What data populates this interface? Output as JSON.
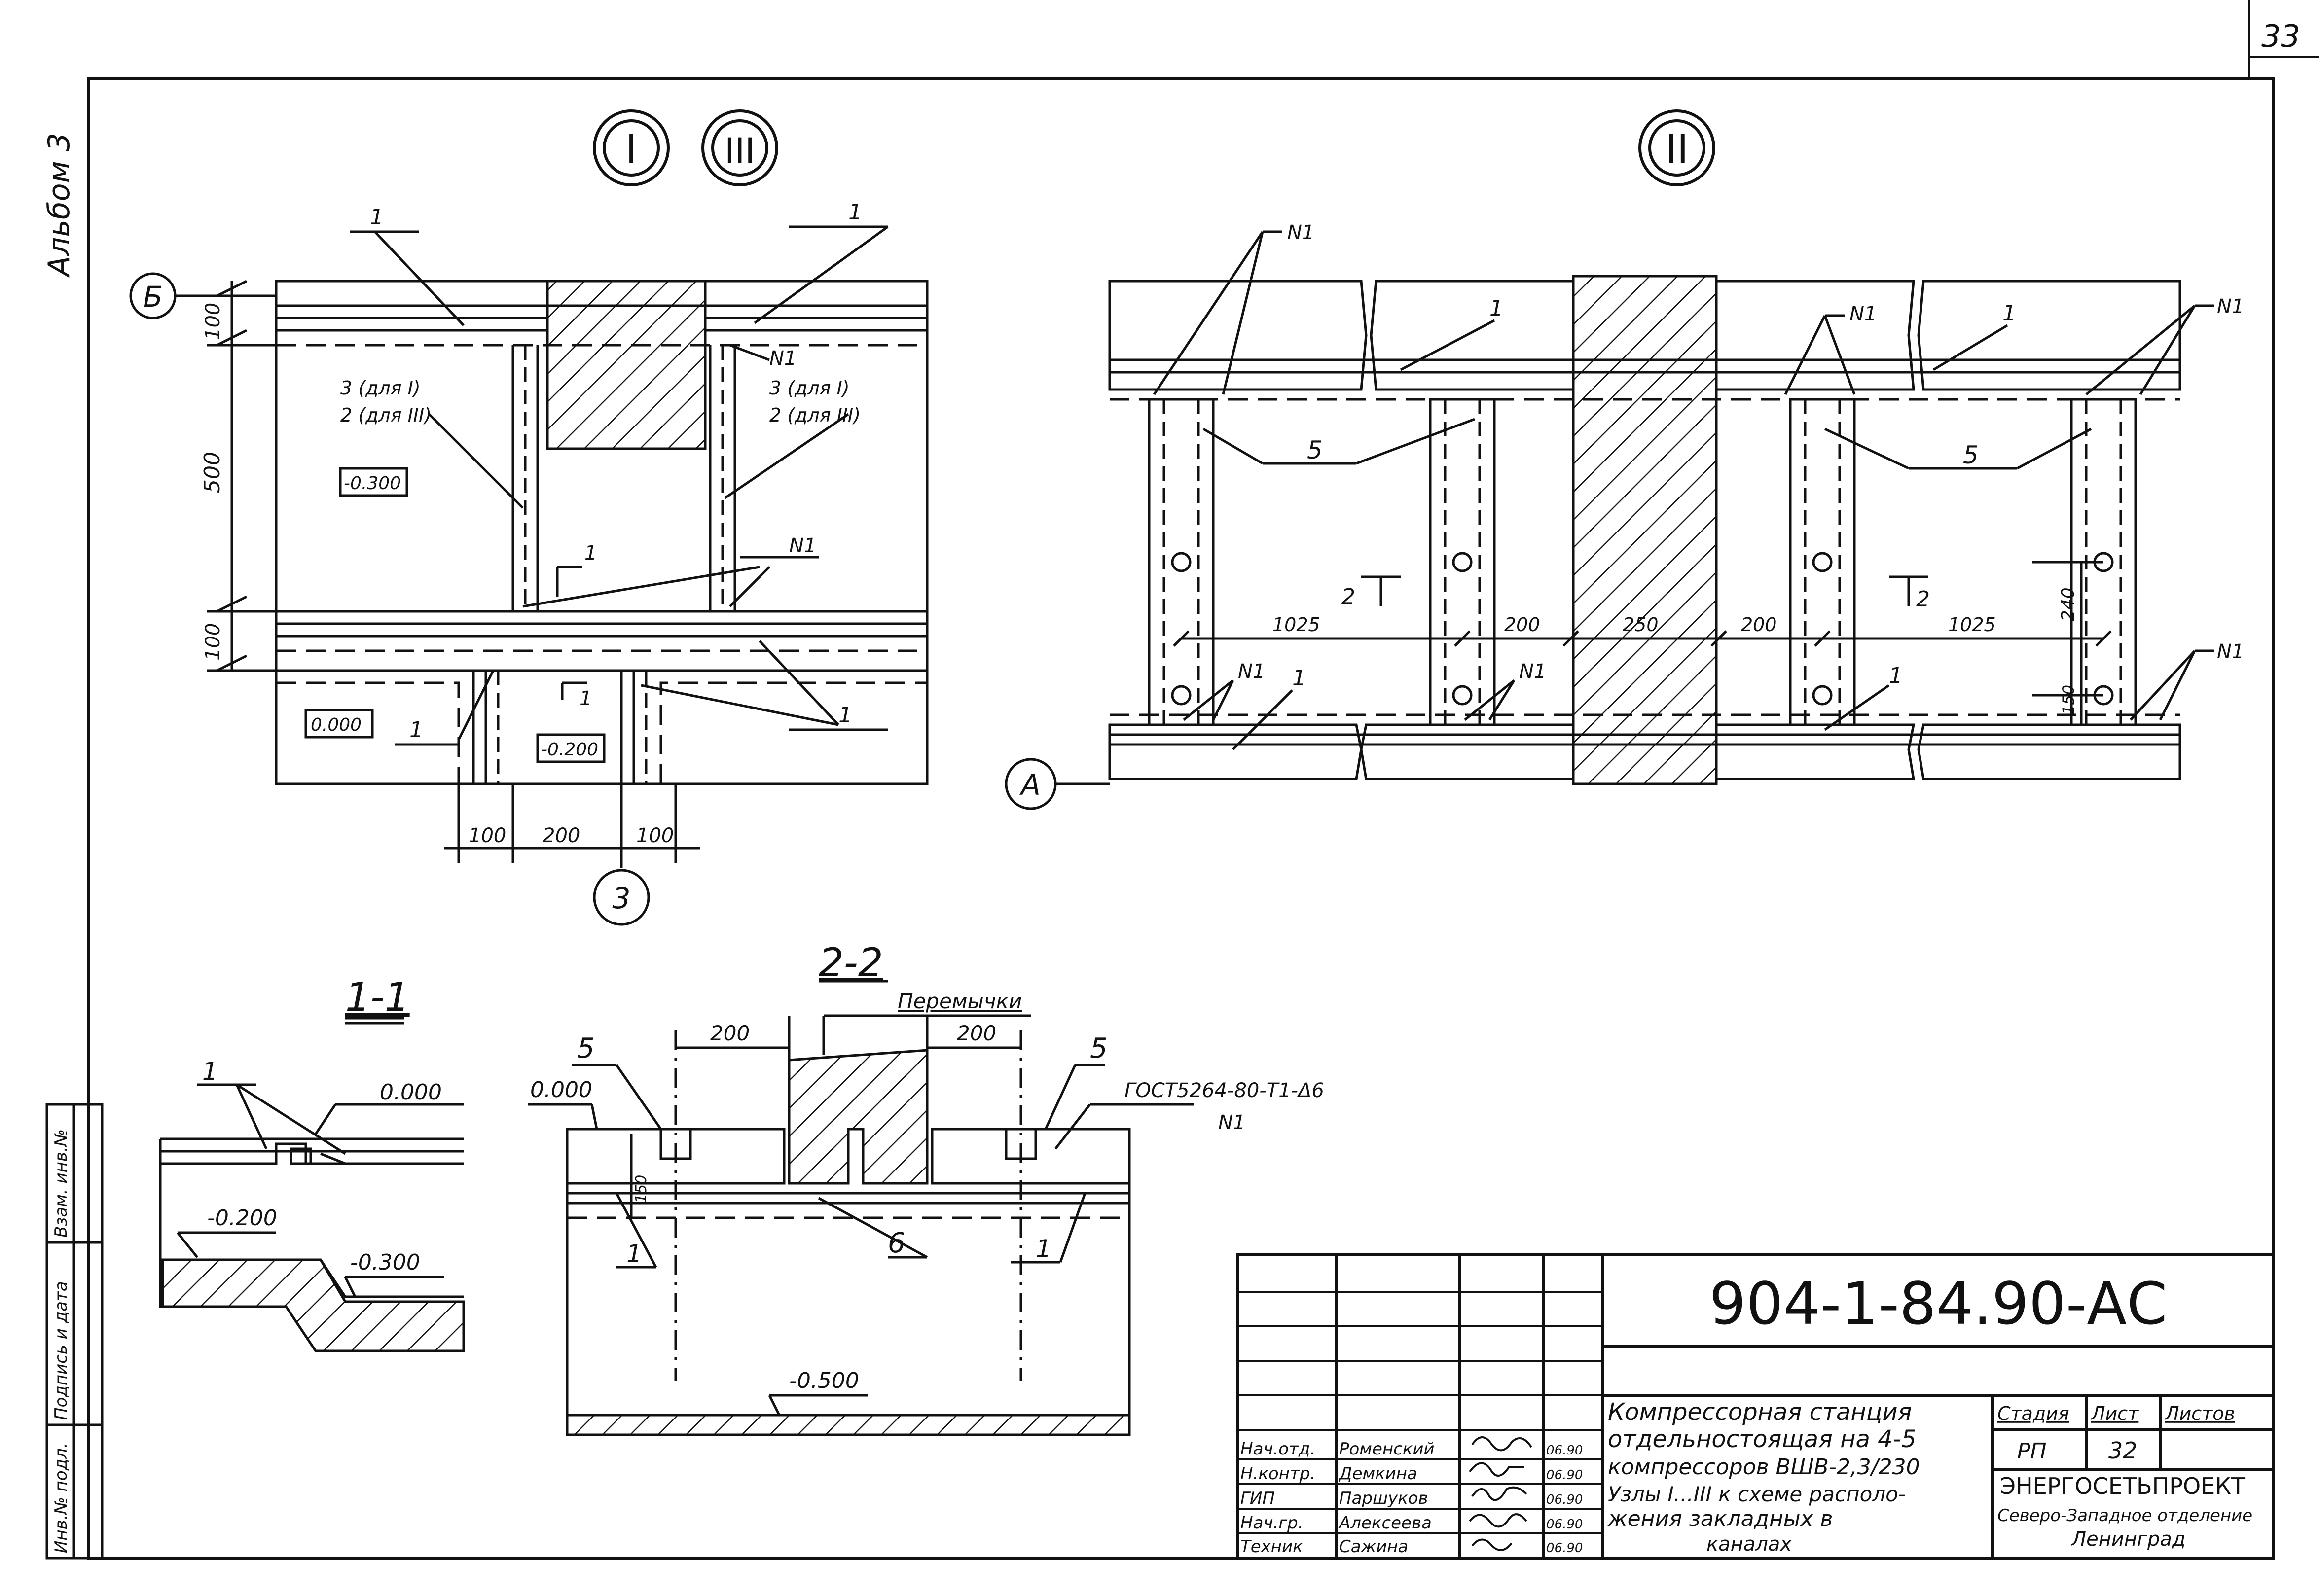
{
  "page_number": "33",
  "album_label": "Альбом 3",
  "side_stamp": [
    "Инв.№ подл.",
    "Подпись и дата",
    "Взам. инв.№"
  ],
  "views": {
    "view_I": "I",
    "view_III": "III",
    "view_II": "II"
  },
  "axes": {
    "B": "Б",
    "A": "А",
    "three": "3"
  },
  "plan_left": {
    "dim_top": "100",
    "dim_mid": "500",
    "dim_bot": "100",
    "dim_x1": "100",
    "dim_x2": "200",
    "dim_x3": "100",
    "elev_a": "-0.300",
    "elev_b": "0.000",
    "elev_c": "-0.200",
    "pos_1": "1",
    "n1": "N1",
    "callout_left_a": "3 (для I)",
    "callout_left_b": "2 (для III)",
    "callout_right_a": "3 (для I)",
    "callout_right_b": "2 (для III)",
    "section_mark": "1"
  },
  "plan_right": {
    "pos_1": "1",
    "pos_5": "5",
    "n1": "N1",
    "dim_1025": "1025",
    "dim_200": "200",
    "dim_250": "250",
    "dim_240": "240",
    "dim_150": "150",
    "section_mark": "2"
  },
  "section_1": {
    "title": "1-1",
    "elev_top": "0.000",
    "elev_mid": "-0.200",
    "elev_bot": "-0.300",
    "pos_1": "1"
  },
  "section_2": {
    "title": "2-2",
    "lintels": "Перемычки",
    "dim_200": "200",
    "elev_top": "0.000",
    "elev_bot": "-0.500",
    "dim_150": "150",
    "pos_5": "5",
    "pos_6": "6",
    "pos_1": "1",
    "weld": "ГОСТ5264-80-Т1-Δ6",
    "n1": "N1"
  },
  "title_block": {
    "code": "904-1-84.90-АС",
    "title_line1": "Компрессорная станция",
    "title_line2": "отдельностоящая на 4-5",
    "title_line3": "компрессоров ВШВ-2,3/230",
    "subtitle_line1": "Узлы I...III к схеме располо-",
    "subtitle_line2": "жения закладных в",
    "subtitle_line3": "каналах",
    "stage_label": "Стадия",
    "sheet_label": "Лист",
    "sheets_label": "Листов",
    "stage": "РП",
    "sheet": "32",
    "org_line1": "ЭНЕРГОСЕТЬПРОЕКТ",
    "org_line2": "Северо-Западное отделение",
    "org_line3": "Ленинград",
    "rows": [
      {
        "role": "Нач.отд.",
        "name": "Роменский",
        "date": "06.90"
      },
      {
        "role": "Н.контр.",
        "name": "Демкина",
        "date": "06.90"
      },
      {
        "role": "ГИП",
        "name": "Паршуков",
        "date": "06.90"
      },
      {
        "role": "Нач.гр.",
        "name": "Алексеева",
        "date": "06.90"
      },
      {
        "role": "Техник",
        "name": "Сажина",
        "date": "06.90"
      }
    ]
  }
}
